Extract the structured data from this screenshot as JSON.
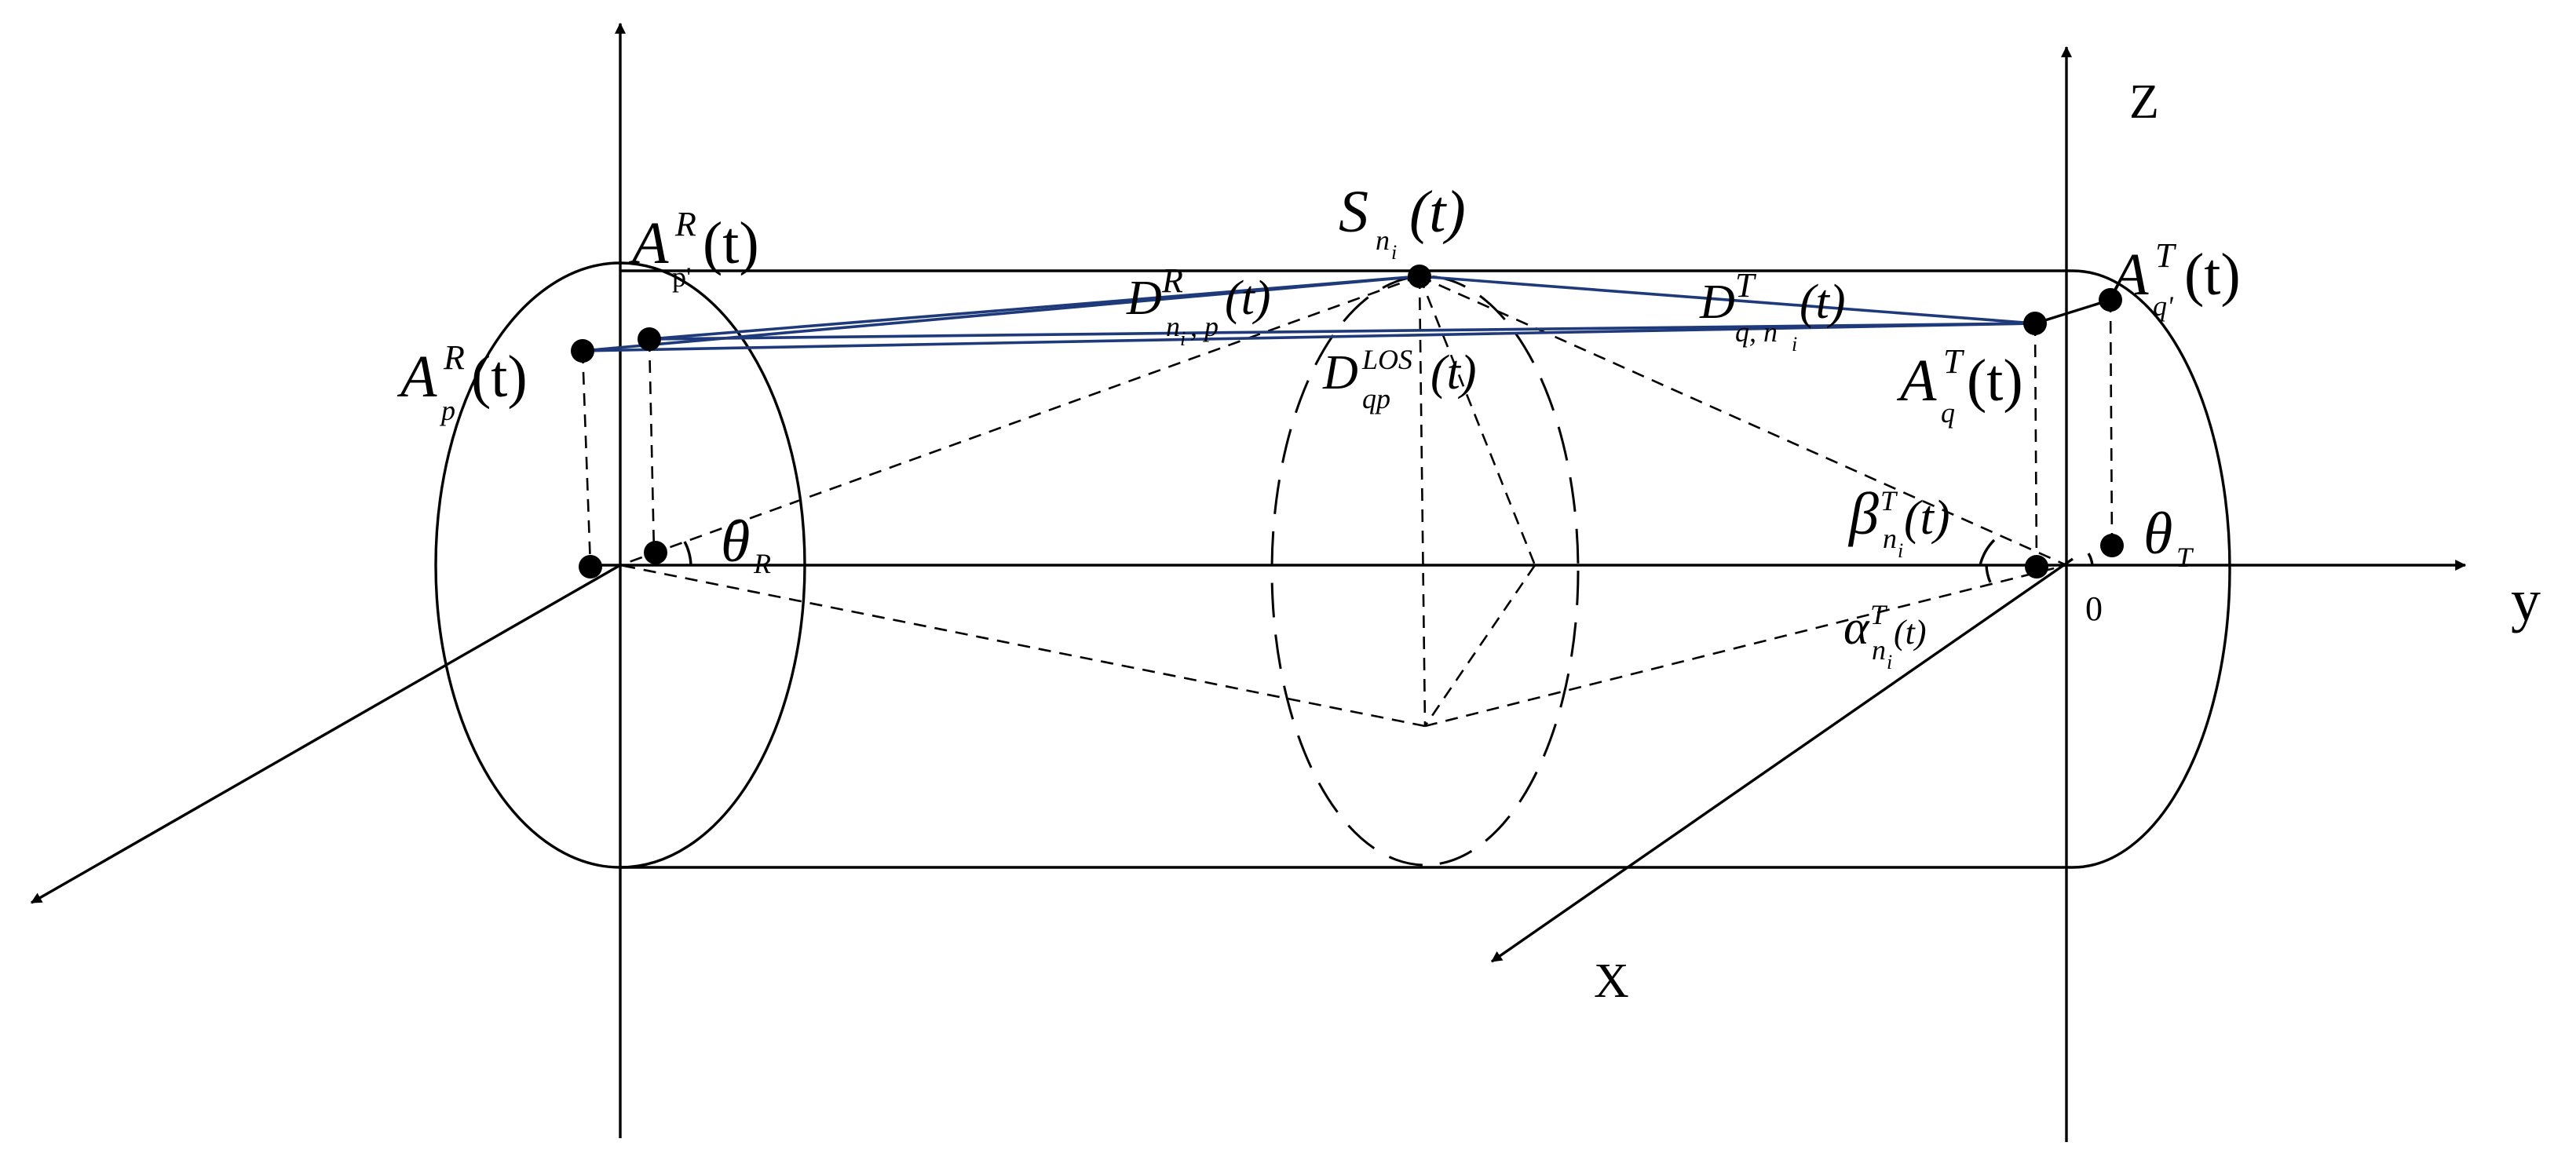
{
  "axes": {
    "z_label": "Z",
    "y_label": "y",
    "x_label": "X",
    "origin_label": "0"
  },
  "points": {
    "Ap_R": {
      "base": "A",
      "sup": "R",
      "sub": "p",
      "arg": "(t)"
    },
    "Ap1_R": {
      "base": "A",
      "sup": "R",
      "sub": "p'",
      "arg": "(t)"
    },
    "S": {
      "base": "S",
      "sub": "n",
      "subsub": "i",
      "arg": "(t)"
    },
    "Aq_T": {
      "base": "A",
      "sup": "T",
      "sub": "q",
      "arg": "(t)"
    },
    "Aq1_T": {
      "base": "A",
      "sup": "T",
      "sub": "q'",
      "arg": "(t)"
    }
  },
  "distances": {
    "D_R": {
      "base": "D",
      "sup": "R",
      "sub": "n",
      "subsub": "i",
      "sub_tail": ", p",
      "arg": "(t)"
    },
    "D_T": {
      "base": "D",
      "sup": "T",
      "sub": "q, n",
      "subsub": "i",
      "arg": "(t)"
    },
    "D_LOS": {
      "base": "D",
      "sup": "LOS",
      "sub": "qp",
      "arg": "(t)"
    }
  },
  "angles": {
    "theta_R": {
      "base": "θ",
      "sub": "R"
    },
    "theta_T": {
      "base": "θ",
      "sub": "T"
    },
    "beta": {
      "base": "β",
      "sup": "T",
      "sub": "n",
      "subsub": "i",
      "arg": "(t)"
    },
    "alpha": {
      "base": "α",
      "sup": "T",
      "sub": "n",
      "subsub": "i",
      "arg": "(t)"
    }
  }
}
